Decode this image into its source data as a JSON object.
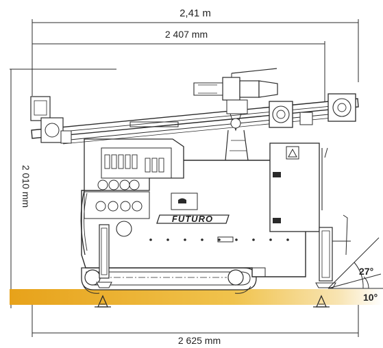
{
  "dimensions": {
    "overall_width": "2,41 m",
    "inner_width": "2 407 mm",
    "height": "2 010 mm",
    "base_length": "2 625 mm"
  },
  "angles": {
    "upper": "27°",
    "lower": "10°"
  },
  "machine": {
    "brand_label": "FUTURO"
  },
  "colors": {
    "ground_gold": "#e6a51b",
    "ground_light": "#f3d27a",
    "ground_white": "#ffffff",
    "drawing_line": "#2a2a2a"
  }
}
